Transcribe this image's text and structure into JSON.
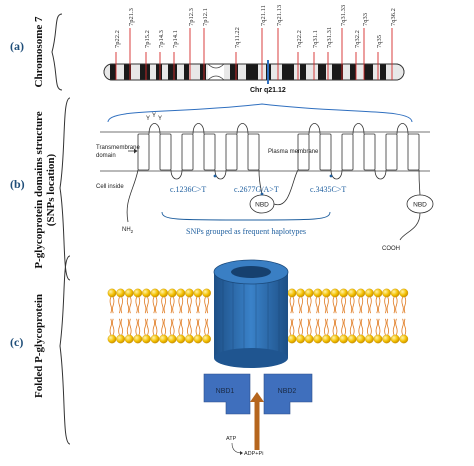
{
  "panels": {
    "a": {
      "label": "(a)",
      "title": "Chromosome 7",
      "bands": [
        "7p22.2",
        "7p21.3",
        "7p15.2",
        "7p14.3",
        "7p14.1",
        "7p12.3",
        "7p12.1",
        "7q11.22",
        "7q21.11",
        "7q21.13",
        "7q22.2",
        "7q31.1",
        "7q31.31",
        "7q31.33",
        "7q32.2",
        "7q33",
        "7q35",
        "7q36.2"
      ],
      "locus_label": "Chr q21.12"
    },
    "b": {
      "label": "(b)",
      "title_line1": "P-glycoprotein domains structure",
      "title_line2": "(SNPs location)",
      "transmembrane_label_1": "Transmembrane",
      "transmembrane_label_2": "domain",
      "plasma_membrane_label": "Plasma membrane",
      "cell_inside_label": "Cell inside",
      "nh2_label": "NH",
      "nh2_sub": "2",
      "cooh_label": "COOH",
      "y_mark": "Y",
      "nbd_label": "NBD",
      "snps": [
        "c.1236C>T",
        "c.2677G/A>T",
        "c.3435C>T"
      ],
      "haplotype_caption": "SNPs grouped as frequent haplotypes"
    },
    "c": {
      "label": "(c)",
      "title": "Folded P-glycoprotein",
      "nbd1_label": "NBD1",
      "nbd2_label": "NBD2",
      "atp_label": "ATP",
      "adp_label": "ADP+Pi"
    }
  },
  "colors": {
    "panel_label": "#1f4e79",
    "snp_text": "#1f5f9f",
    "marker_red": "#d42a2a",
    "locus_blue": "#2f6fbf",
    "cylinder": "#2d6fb0",
    "nbd_fill": "#3f6fbd",
    "lipid_head": "#f0b400",
    "lipid_tail": "#e07a20",
    "arrow": "#b5651d"
  }
}
